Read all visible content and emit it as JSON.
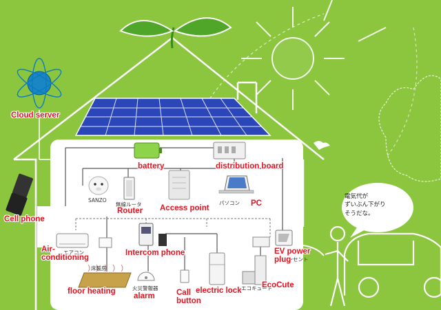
{
  "labels": {
    "cloud_server": "Cloud server",
    "cell_phone": "Cell phone",
    "battery": "battery",
    "distribution_board": "distribution board",
    "router": "Router",
    "access_point": "Access point",
    "pc": "PC",
    "air_conditioning": "Air-\nconditioning",
    "intercom_phone": "Intercom phone",
    "ev_power_plug": "EV power\nplug",
    "floor_heating": "floor heating",
    "alarm": "alarm",
    "call_button": "Call\nbutton",
    "electric_lock": "electric lock",
    "ecocute": "EcoCute"
  },
  "jp_labels": {
    "sanzo": "SANZO",
    "router": "無線ルータ",
    "pc": "パソコン",
    "aircon": "エアコン",
    "floor": "床暖房",
    "alarm": "火災警報器",
    "ecocute": "エコキュート",
    "ev": "コンセント"
  },
  "speech_bubble": [
    "電気代が",
    "ずいぶん下がり",
    "そうだな。"
  ],
  "colors": {
    "background": "#8cc63f",
    "label": "#e8101e",
    "panel": "#2a46b8",
    "line": "#ffffff"
  }
}
